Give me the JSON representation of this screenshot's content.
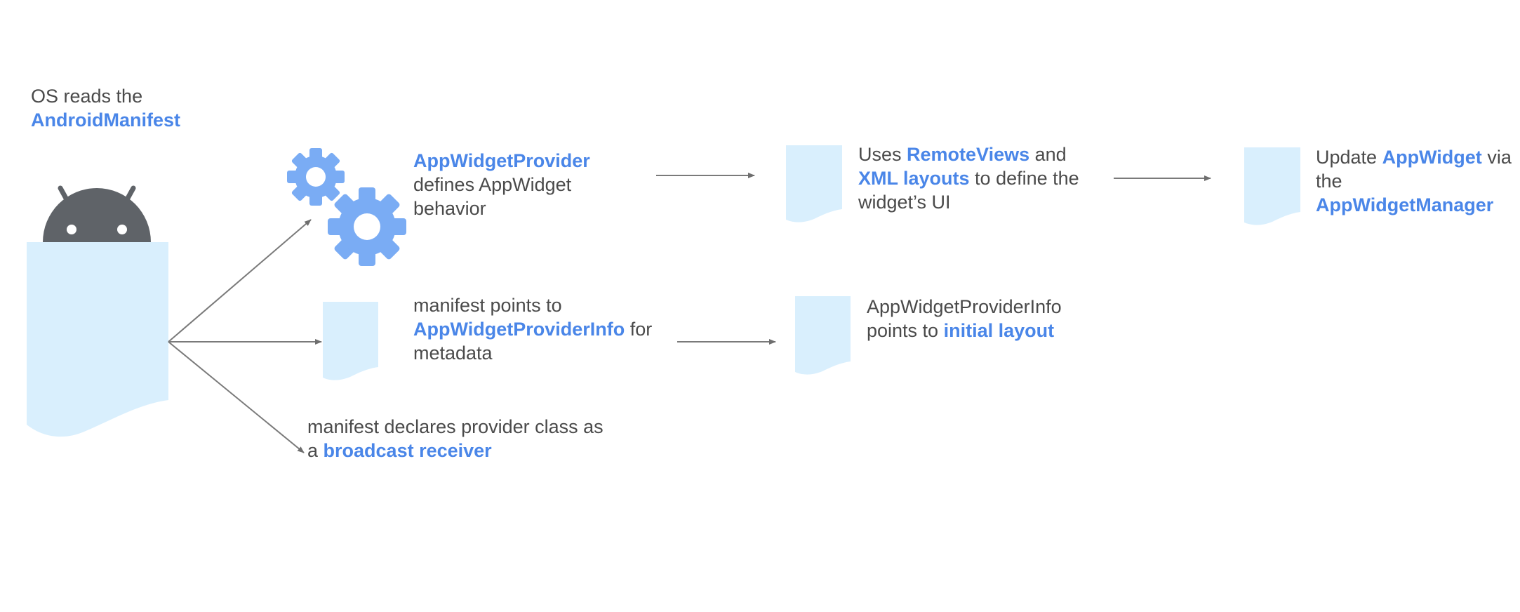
{
  "colors": {
    "text": "#4a4a4a",
    "highlight": "#4a86e8",
    "document_fill": "#d9effd",
    "gear_fill": "#7aacf4",
    "android_head": "#5f6368",
    "arrow": "#7a7a7a"
  },
  "icons": [
    "android-icon",
    "gear-icon",
    "document-icon"
  ],
  "os_label": {
    "line1": "OS reads the",
    "highlight": "AndroidManifest"
  },
  "provider_label": {
    "highlight": "AppWidgetProvider",
    "line2": "defines AppWidget",
    "line3": "behavior"
  },
  "remoteviews_label": {
    "part1": "Uses ",
    "hl1": "RemoteViews",
    "part2": " and",
    "hl2": "XML layouts",
    "part3": " to define the",
    "line3": "widget’s UI"
  },
  "update_label": {
    "part1": "Update ",
    "hl1": "AppWidget",
    "part2": " via",
    "line2": "the",
    "hl2": "AppWidgetManager"
  },
  "providerinfo_label": {
    "line1": "manifest points to",
    "highlight": "AppWidgetProviderInfo",
    "part2": " for",
    "line3": "metadata"
  },
  "initial_layout_label": {
    "line1": "AppWidgetProviderInfo",
    "part2": "points to ",
    "highlight": "initial layout"
  },
  "receiver_label": {
    "line1": "manifest declares provider class as",
    "part2": "a ",
    "highlight": "broadcast receiver"
  }
}
